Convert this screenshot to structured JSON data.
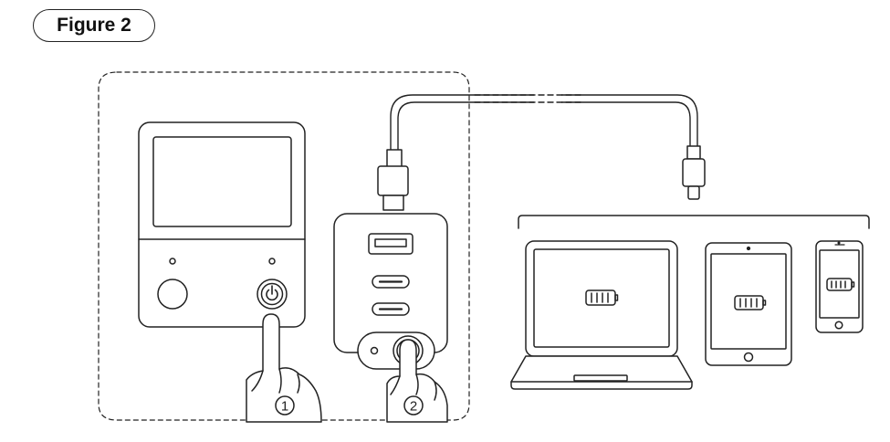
{
  "figure": {
    "label": "Figure 2"
  },
  "steps": [
    {
      "number": "1"
    },
    {
      "number": "2"
    }
  ],
  "icons": {
    "hand_1": "pointing-hand-icon",
    "hand_2": "pointing-hand-icon",
    "power": "power-icon",
    "battery_laptop": "battery-icon",
    "battery_tablet": "battery-icon",
    "battery_phone": "battery-icon"
  },
  "colors": {
    "line": "#222222",
    "background": "#ffffff"
  }
}
